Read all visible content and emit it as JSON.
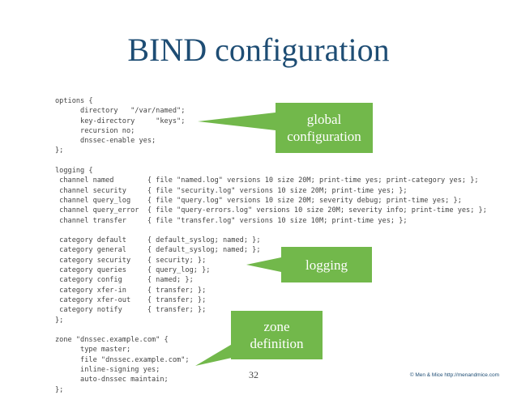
{
  "title": "BIND configuration",
  "code_lines": [
    "options {",
    "      directory   \"/var/named\";",
    "      key-directory     \"keys\";",
    "      recursion no;",
    "      dnssec-enable yes;",
    "};",
    "",
    "logging {",
    " channel named        { file \"named.log\" versions 10 size 20M; print-time yes; print-category yes; };",
    " channel security     { file \"security.log\" versions 10 size 20M; print-time yes; };",
    " channel query_log    { file \"query.log\" versions 10 size 20M; severity debug; print-time yes; };",
    " channel query_error  { file \"query-errors.log\" versions 10 size 20M; severity info; print-time yes; };",
    " channel transfer     { file \"transfer.log\" versions 10 size 10M; print-time yes; };",
    "",
    " category default     { default_syslog; named; };",
    " category general     { default_syslog; named; };",
    " category security    { security; };",
    " category queries     { query_log; };",
    " category config      { named; };",
    " category xfer-in     { transfer; };",
    " category xfer-out    { transfer; };",
    " category notify      { transfer; };",
    "};",
    "",
    "zone \"dnssec.example.com\" {",
    "      type master;",
    "      file \"dnssec.example.com\";",
    "      inline-signing yes;",
    "      auto-dnssec maintain;",
    "};"
  ],
  "callouts": {
    "global": {
      "line1": "global",
      "line2": "configuration"
    },
    "logging": {
      "line1": "logging"
    },
    "zone": {
      "line1": "zone",
      "line2": "definition"
    }
  },
  "page_number": "32",
  "footer": "© Men & Mice  http://menandmice.com",
  "colors": {
    "title": "#1e4d74",
    "callout": "#72b84b",
    "code": "#444444"
  }
}
